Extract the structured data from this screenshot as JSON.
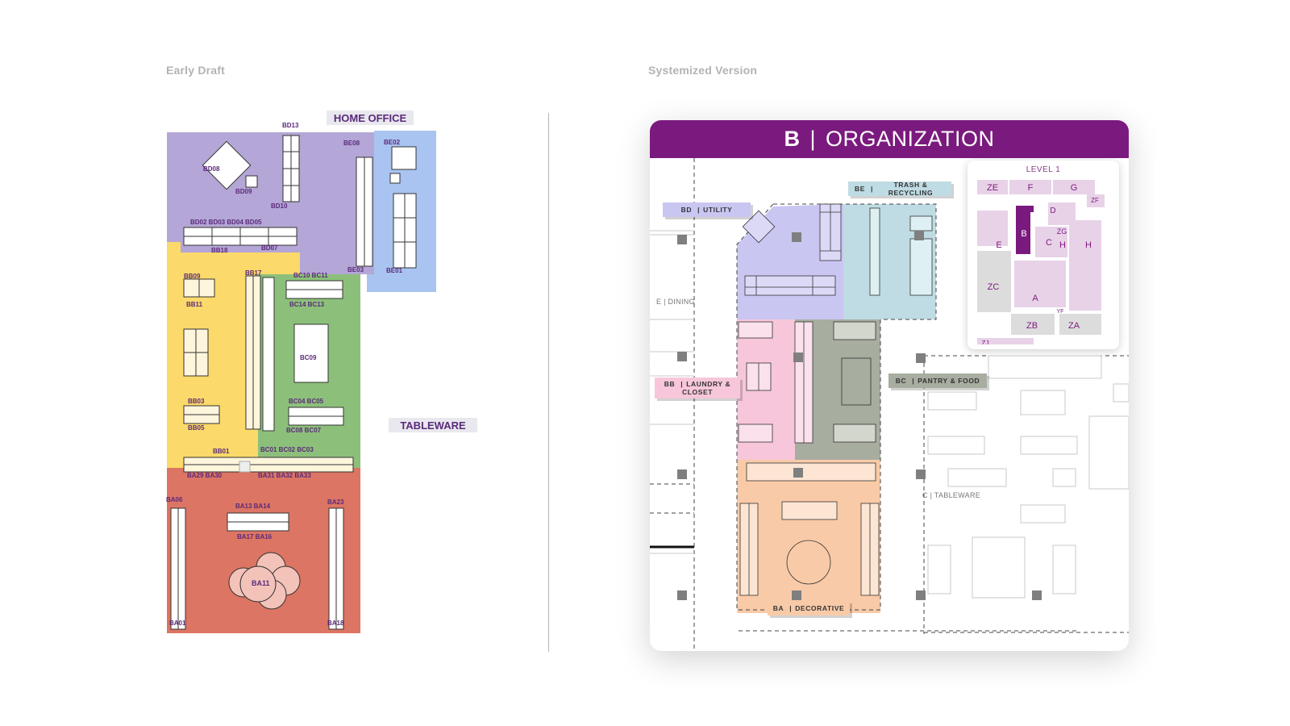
{
  "captions": {
    "left": "Early Draft",
    "right": "Systemized Version"
  },
  "draft": {
    "zone_labels": {
      "home_office": "HOME OFFICE",
      "tableware": "TABLEWARE"
    },
    "colors": {
      "purple": "#b4a6d6",
      "blue": "#a9c4f0",
      "yellow": "#fbd96a",
      "green": "#8cc07a",
      "red": "#dc7563",
      "label": "#5b2a7a",
      "label_bg": "#e8e8ee"
    }
  },
  "organization": {
    "title_code": "B",
    "title_sep": "|",
    "title_name": "ORGANIZATION",
    "colors": {
      "header": "#7b1a7e",
      "utility": "#c9c6f2",
      "trash": "#bfdbe3",
      "laundry": "#f7c6da",
      "pantry": "#a7ad9f",
      "decorative": "#f9caa8"
    },
    "tags": {
      "utility": {
        "code": "BD",
        "sep": "|",
        "name": "UTILITY"
      },
      "trash": {
        "code": "BE",
        "sep": "|",
        "name": "TRASH & RECYCLING"
      },
      "laundry": {
        "code": "BB",
        "sep": "|",
        "name": "LAUNDRY & CLOSET"
      },
      "pantry": {
        "code": "BC",
        "sep": "|",
        "name": "PANTRY & FOOD"
      },
      "decorative": {
        "code": "BA",
        "sep": "|",
        "name": "DECORATIVE"
      }
    },
    "side_labels": {
      "dining": "E | DINING",
      "tableware": "C | TABLEWARE"
    },
    "key_map": {
      "title": "LEVEL 1",
      "zones": [
        "ZE",
        "F",
        "G",
        "ZF",
        "D",
        "E",
        "B",
        "ZG",
        "H",
        "H",
        "C",
        "ZC",
        "A",
        "YF",
        "ZB",
        "ZA",
        "ZJ"
      ]
    }
  }
}
